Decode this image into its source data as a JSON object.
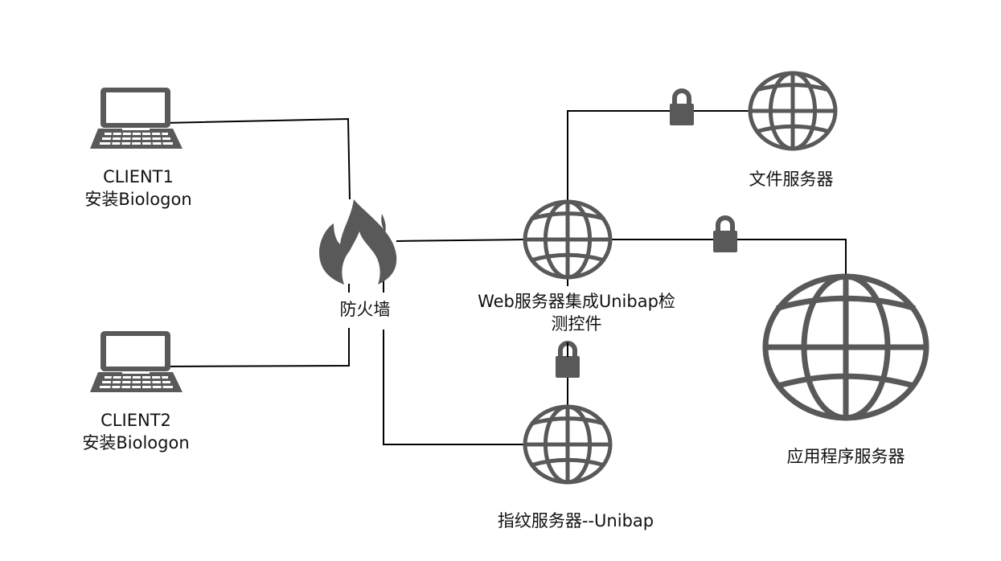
{
  "diagram": {
    "title": "",
    "colors": {
      "icon": "#595959",
      "line": "#000000",
      "text": "#111111",
      "background": "#ffffff"
    },
    "nodes": [
      {
        "id": "client1",
        "icon": "laptop-icon",
        "label_lines": [
          "CLIENT1",
          "安装Biologon"
        ]
      },
      {
        "id": "client2",
        "icon": "laptop-icon",
        "label_lines": [
          "CLIENT2",
          "安装Biologon"
        ]
      },
      {
        "id": "firewall",
        "icon": "fire-icon",
        "label_lines": [
          "防火墙"
        ]
      },
      {
        "id": "web-server",
        "icon": "globe-icon",
        "label_lines": [
          "Web服务器集成Unibap检",
          "测控件"
        ]
      },
      {
        "id": "file-server",
        "icon": "globe-icon",
        "label_lines": [
          "文件服务器"
        ]
      },
      {
        "id": "app-server",
        "icon": "globe-icon",
        "label_lines": [
          "应用程序服务器"
        ]
      },
      {
        "id": "fingerprint-server",
        "icon": "globe-icon",
        "label_lines": [
          "指纹服务器--Unibap"
        ]
      }
    ],
    "edges": [
      {
        "from": "client1",
        "to": "firewall",
        "secured": false
      },
      {
        "from": "client2",
        "to": "firewall",
        "secured": false
      },
      {
        "from": "firewall",
        "to": "web-server",
        "secured": false
      },
      {
        "from": "firewall",
        "to": "fingerprint-server",
        "secured": false
      },
      {
        "from": "web-server",
        "to": "file-server",
        "secured": true
      },
      {
        "from": "web-server",
        "to": "app-server",
        "secured": true
      },
      {
        "from": "web-server",
        "to": "fingerprint-server",
        "secured": true
      }
    ]
  }
}
